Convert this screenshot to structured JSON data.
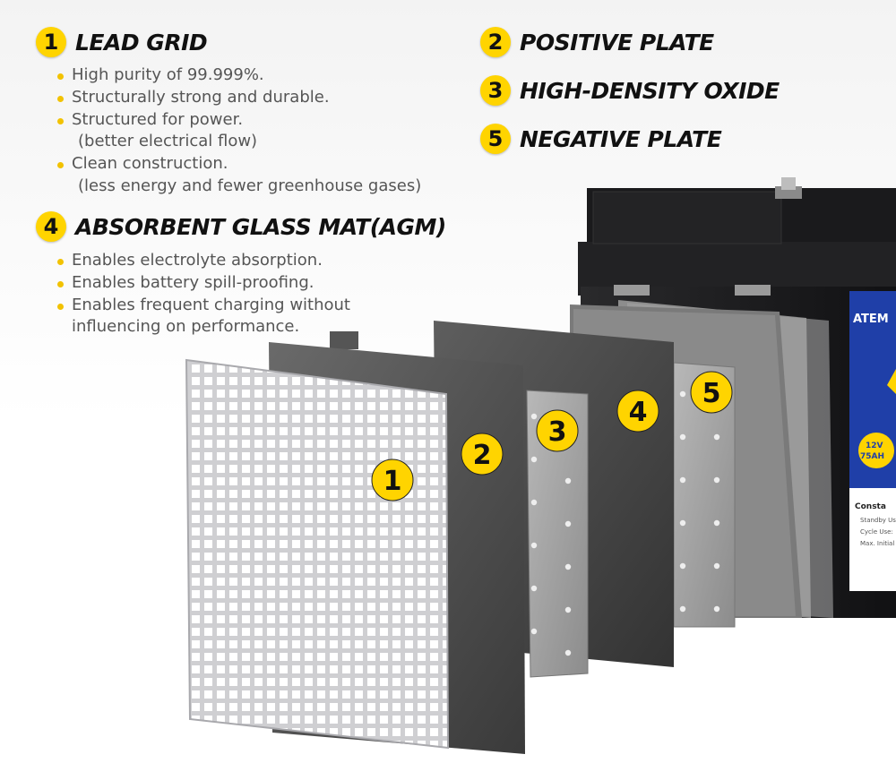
{
  "colors": {
    "badge_yellow": "#ffd400",
    "bullet_yellow": "#f2c200",
    "heading_text": "#111111",
    "body_text": "#555555",
    "battery_body": "#1d1d1f",
    "label_blue": "#1f3fa8"
  },
  "sections": {
    "lead_grid": {
      "number": "1",
      "title": "LEAD GRID",
      "lines": [
        {
          "kind": "bullet",
          "text": "High purity of 99.999%."
        },
        {
          "kind": "bullet",
          "text": "Structurally strong and durable."
        },
        {
          "kind": "bullet",
          "text": "Structured for power."
        },
        {
          "kind": "cont",
          "text": "(better electrical flow)"
        },
        {
          "kind": "bullet",
          "text": "Clean construction."
        },
        {
          "kind": "cont",
          "text": "(less energy and fewer greenhouse gases)"
        }
      ]
    },
    "positive_plate": {
      "number": "2",
      "title": "POSITIVE PLATE"
    },
    "high_density_oxide": {
      "number": "3",
      "title": "HIGH-DENSITY OXIDE"
    },
    "agm": {
      "number": "4",
      "title": "ABSORBENT GLASS MAT(AGM)",
      "lines": [
        {
          "kind": "bullet",
          "text": "Enables electrolyte absorption."
        },
        {
          "kind": "bullet",
          "text": "Enables battery spill-proofing."
        },
        {
          "kind": "bullet",
          "text": "Enables frequent charging without"
        },
        {
          "kind": "cont2",
          "text": "influencing on performance."
        }
      ]
    },
    "negative_plate": {
      "number": "5",
      "title": "NEGATIVE PLATE"
    }
  },
  "markers": {
    "m1": "1",
    "m2": "2",
    "m3": "3",
    "m4": "4",
    "m5": "5"
  },
  "battery_label": {
    "brand": "ATEM",
    "voltage": "12V",
    "capacity": "75AH",
    "spec_title": "Consta",
    "spec_lines": [
      "Standby Use",
      "Cycle Use:",
      "Max. Initial C"
    ]
  }
}
